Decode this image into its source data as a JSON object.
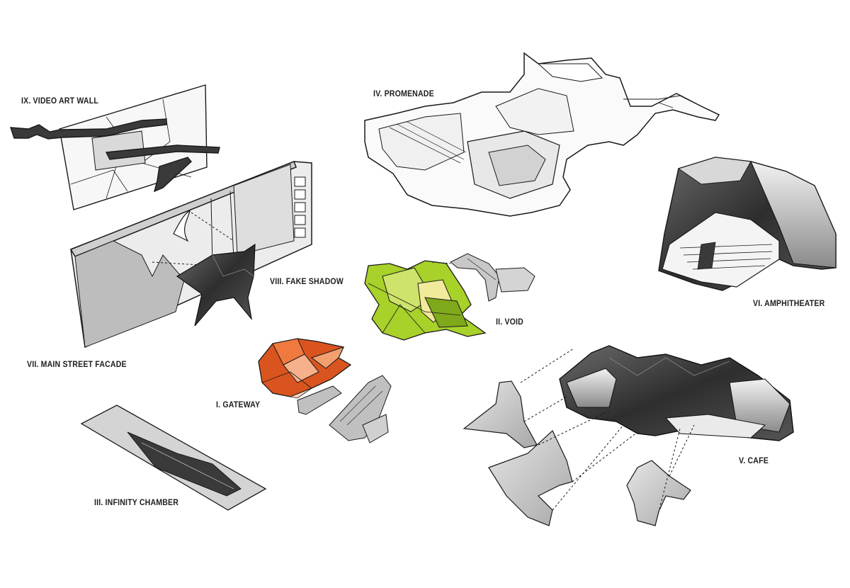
{
  "labels": {
    "video_art_wall": "IX. VIDEO ART WALL",
    "promenade": "IV. PROMENADE",
    "amphitheater": "VI. AMPHITHEATER",
    "fake_shadow": "VIII. FAKE SHADOW",
    "void": "II. VOID",
    "main_street_facade": "VII. MAIN STREET FACADE",
    "gateway": "I. GATEWAY",
    "cafe": "V. CAFE",
    "infinity_chamber": "III. INFINITY CHAMBER"
  },
  "colors": {
    "gateway": "#d9541e",
    "void": "#a8d12a",
    "dark_form": "#3a3a3a",
    "grey_form": "#bdbdbd",
    "line": "#1a1a1a"
  }
}
